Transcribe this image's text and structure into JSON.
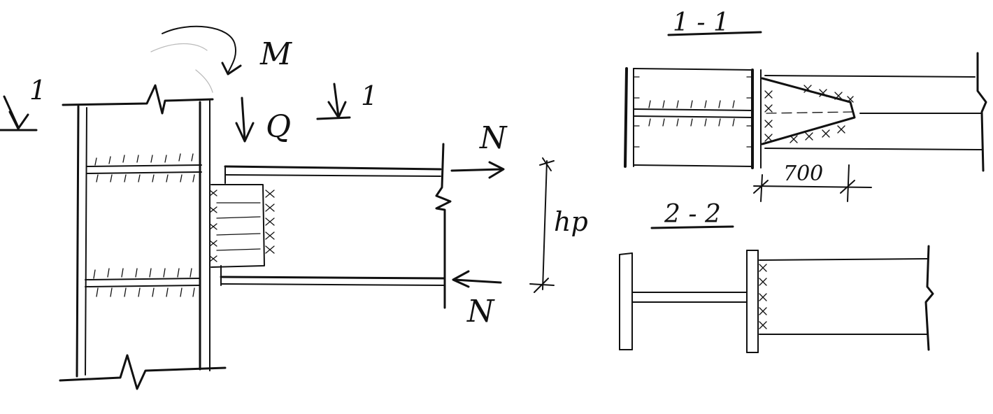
{
  "labels": {
    "moment": "M",
    "shear": "Q",
    "force_top": "N",
    "force_bottom": "N",
    "height": "hp",
    "section_mark_left": "1",
    "section_mark_right": "1",
    "section_1_title": "1 - 1",
    "section_2_title": "2 - 2",
    "dimension_700": "700"
  },
  "colors": {
    "ink": "#111111",
    "paper": "#ffffff"
  }
}
